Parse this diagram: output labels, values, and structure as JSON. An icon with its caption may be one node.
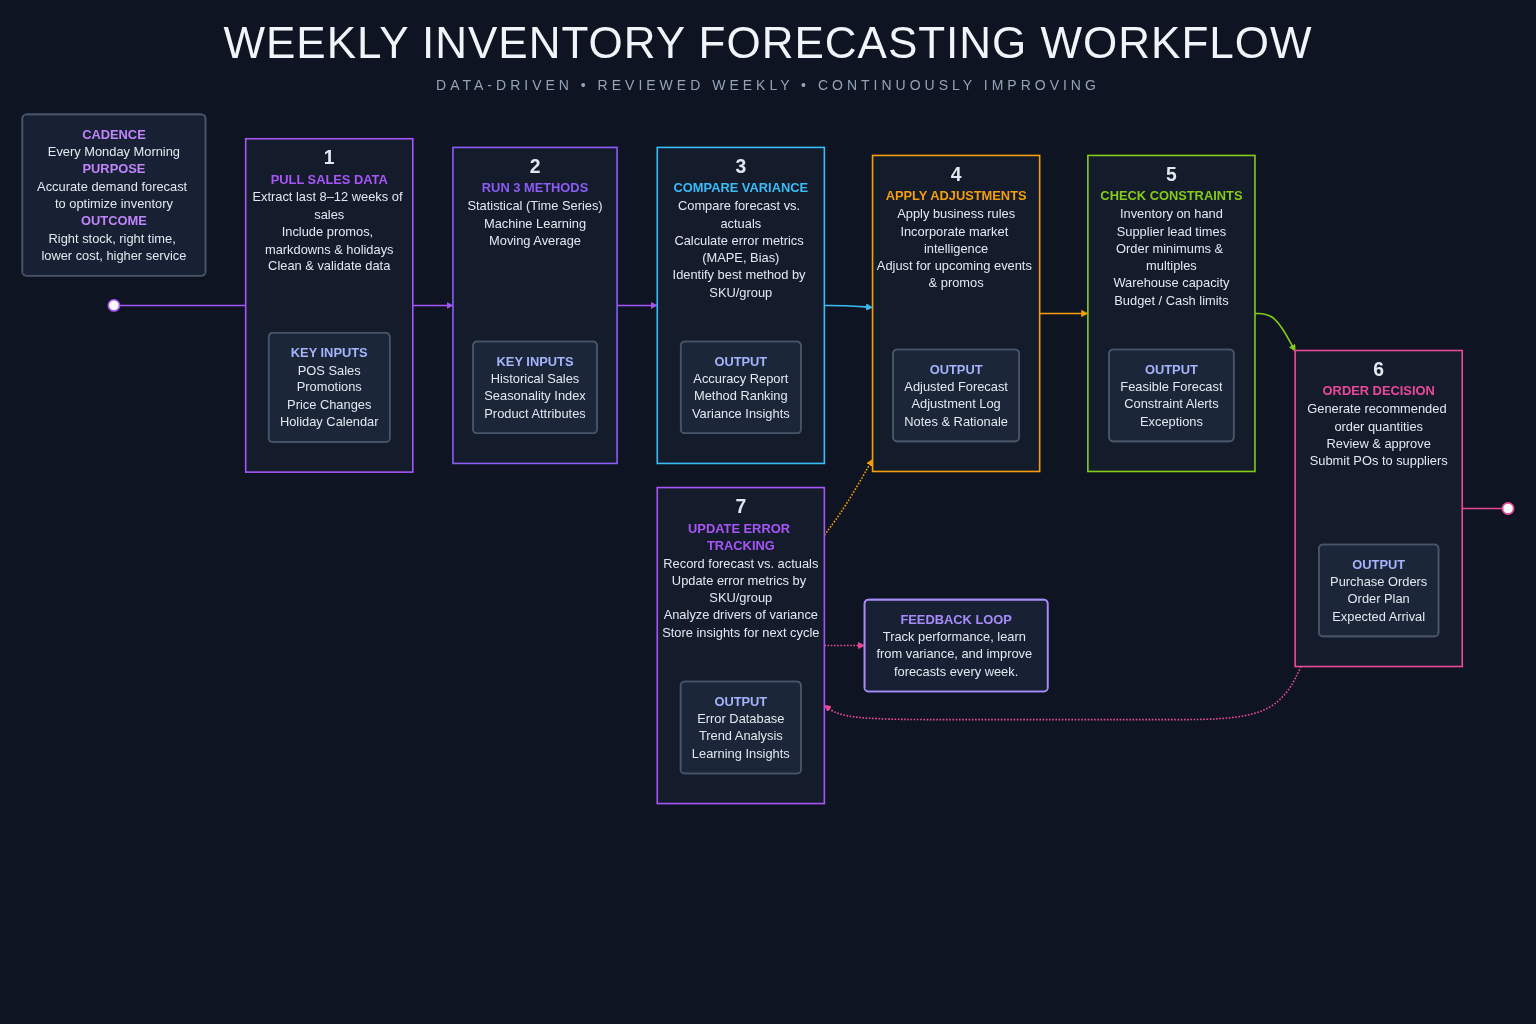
{
  "diagram": {
    "title": "WEEKLY INVENTORY FORECASTING WORKFLOW",
    "nodes": [
      {
        "text": [
          "CADENCE",
          "Every Monday Morning",
          "PURPOSE",
          "Accurate demand forecast to optimize inventory",
          "OUTCOME",
          "Right stock, right time, lower cost, higher service"
        ]
      },
      {
        "text": [],
        "shape": "circle"
      },
      {
        "text": [
          "1",
          "PULL SALES DATA",
          "Extract last 8–12 weeks of sales",
          "Include promos, markdowns & holidays",
          "Clean & validate data"
        ]
      },
      {
        "text": [
          "KEY INPUTS",
          "POS Sales",
          "Promotions",
          "Price Changes",
          "Holiday Calendar"
        ],
        "in": 2
      },
      {
        "text": [
          "2",
          "RUN 3 METHODS",
          "Statistical (Time Series)",
          "Machine Learning",
          "Moving Average"
        ]
      },
      {
        "text": [
          "KEY INPUTS",
          "Historical Sales",
          "Seasonality Index",
          "Product Attributes"
        ],
        "in": 4
      },
      {
        "text": [
          "3",
          "COMPARE VARIANCE",
          "Compare forecast vs. actuals",
          "Calculate error metrics (MAPE, Bias)",
          "Identify best method by SKU/group"
        ]
      },
      {
        "text": [
          "OUTPUT",
          "Accuracy Report",
          "Method Ranking",
          "Variance Insights"
        ],
        "in": 6
      },
      {
        "text": [
          "4",
          "APPLY ADJUSTMENTS",
          "Apply business rules",
          "Incorporate market intelligence",
          "Adjust for upcoming events & promos"
        ]
      },
      {
        "text": [
          "OUTPUT",
          "Adjusted Forecast",
          "Adjustment Log",
          "Notes & Rationale"
        ],
        "in": 8
      },
      {
        "text": [
          "5",
          "CHECK CONSTRAINTS",
          "Inventory on hand",
          "Supplier lead times",
          "Order minimums & multiples",
          "Warehouse capacity",
          "Budget / Cash limits"
        ]
      },
      {
        "text": [
          "OUTPUT",
          "Feasible Forecast",
          "Constraint Alerts",
          "Exceptions"
        ],
        "in": 10
      },
      {
        "text": [
          "6",
          "ORDER DECISION",
          "Generate recommended order quantities",
          "Review & approve",
          "Submit POs to suppliers"
        ]
      },
      {
        "text": [
          "OUTPUT",
          "Purchase Orders",
          "Order Plan",
          "Expected Arrival"
        ],
        "in": 12
      },
      {
        "text": [],
        "shape": "circle"
      },
      {
        "text": [
          "FEEDBACK LOOP",
          "Track performance, learn from variance, and improve forecasts every week."
        ]
      },
      {
        "text": [
          "7",
          "UPDATE ERROR TRACKING",
          "Record forecast vs. actuals",
          "Update error metrics by SKU/group",
          "Analyze drivers of variance",
          "Store insights for next cycle"
        ]
      },
      {
        "text": [
          "OUTPUT",
          "Error Database",
          "Trend Analysis",
          "Learning Insights"
        ],
        "in": 16
      }
    ],
    "edges": [
      {
        "from": 1,
        "to": 2,
        "arrow": "none",
        "color": "#a855f7"
      },
      {
        "from": 2,
        "to": 4,
        "arrow": "to",
        "color": "#a855f7"
      },
      {
        "from": 4,
        "to": 6,
        "arrow": "to",
        "color": "#a855f7"
      },
      {
        "from": 6,
        "to": 8,
        "arrow": "to",
        "color": "#38bdf8"
      },
      {
        "from": 8,
        "to": 10,
        "arrow": "to",
        "color": "#f59e0b"
      },
      {
        "from": 10,
        "to": 12,
        "arrow": "to",
        "color": "#84cc16"
      },
      {
        "from": 12,
        "to": 14,
        "arrow": "none",
        "color": "#ec4899"
      },
      {
        "from": 12,
        "to": 16,
        "arrow": "to",
        "style": "dashed",
        "color": "#ec4899"
      },
      {
        "from": 16,
        "to": 15,
        "arrow": "to",
        "style": "dashed",
        "color": "#ec4899"
      },
      {
        "from": 16,
        "to": 8,
        "arrow": "to",
        "style": "dashed",
        "color": "#f59e0b"
      }
    ],
    "labels": [
      "DATA-DRIVEN • REVIEWED WEEKLY • CONTINUOUSLY IMPROVING"
    ]
  }
}
